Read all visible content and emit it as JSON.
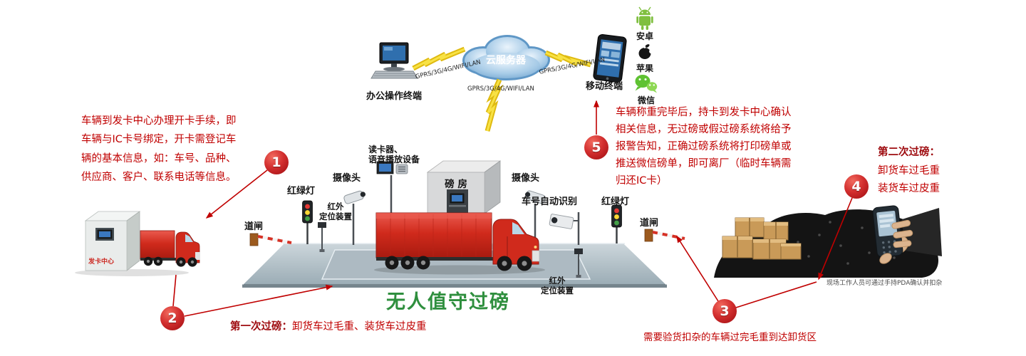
{
  "cloud_label": "云服务器",
  "terminals": {
    "office": "办公操作终端",
    "mobile": "移动终端",
    "android": "安卓",
    "apple": "苹果",
    "wechat": "微信"
  },
  "links": {
    "left": "GPRS/3G/4G/WIFI/LAN",
    "down": "GPRS/3G/4G/WIFI/LAN",
    "right": "GPRS/3G/4G/WIFI/LAN"
  },
  "badges": {
    "s1": "1",
    "s2": "2",
    "s3": "3",
    "s4": "4",
    "s5": "5"
  },
  "notes": {
    "step1": "车辆到发卡中心办理开卡手续，即车辆与IC卡号绑定，开卡需登记车辆的基本信息，如：车号、品种、供应商、客户、联系电话等信息。",
    "step2_label": "第一次过磅：",
    "step2_text": "卸货车过毛重、装货车过皮重",
    "step3": "需要验货扣杂的车辆过完毛重到达卸货区",
    "step4_label": "第二次过磅：",
    "step4_line1": "卸货车过毛重",
    "step4_line2": "装货车过皮重",
    "step5": "车辆称重完毕后，持卡到发卡中心确认相关信息，无过磅或假过磅系统将给予报警告知，正确过磅系统将打印磅单或推送微信磅单，即可离厂（临时车辆需归还IC卡）"
  },
  "scene": {
    "card_center": "发卡中心",
    "camera_left": "摄像头",
    "camera_right": "摄像头",
    "light_left": "红绿灯",
    "light_right": "红绿灯",
    "gate_left": "道闸",
    "gate_right": "道闸",
    "reader_line1": "读卡器、",
    "reader_line2": "语音播放设备",
    "house": "磅 房",
    "anpr": "车号自动识别",
    "ir_line1": "红外",
    "ir_line2": "定位装置",
    "title": "无人值守过磅",
    "pda_caption": "现场工作人员可通过手持PDA确认并扣杂"
  },
  "colors": {
    "note_red": "#c00000",
    "dark_red": "#9e0b0f",
    "title_green": "#2f8f3e",
    "badge_red": "#b71c1c",
    "bolt_yellow": "#f2cf1c",
    "truck_red": "#d02a1c",
    "cloud_blue": "#6ea2cf"
  }
}
